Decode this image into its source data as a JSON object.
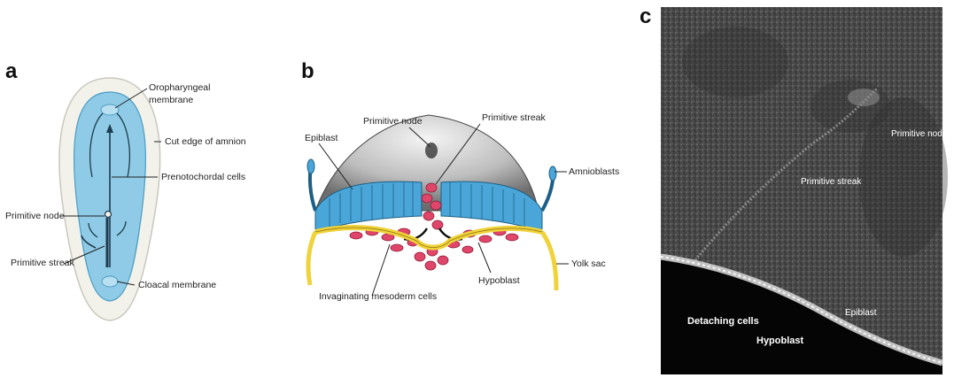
{
  "panel_a": {
    "letter": "a",
    "labels": {
      "oropharyngeal": "Oropharyngeal",
      "oropharyngeal_2": "membrane",
      "cut_edge": "Cut edge of amnion",
      "prenotochordal": "Prenotochordal cells",
      "primitive_node": "Primitive node",
      "primitive_streak": "Primitive streak",
      "cloacal": "Cloacal membrane"
    },
    "colors": {
      "disc": "#8fcbe6",
      "disc_edge": "#4a9cc4",
      "amnion": "#f3f2ea"
    }
  },
  "panel_b": {
    "letter": "b",
    "labels": {
      "primitive_node": "Primitive node",
      "primitive_streak": "Primitive streak",
      "epiblast": "Epiblast",
      "amnioblasts": "Amnioblasts",
      "yolk_sac": "Yolk sac",
      "hypoblast": "Hypoblast",
      "invaginating": "Invaginating mesoderm cells"
    },
    "colors": {
      "epiblast": "#4aa6d8",
      "mesoderm": "#e0456a",
      "yolk": "#f0d23a"
    }
  },
  "panel_c": {
    "letter": "c",
    "labels": {
      "primitive_node": "Primitive node",
      "primitive_streak": "Primitive streak",
      "epiblast": "Epiblast",
      "detaching": "Detaching cells",
      "hypoblast": "Hypoblast"
    }
  }
}
